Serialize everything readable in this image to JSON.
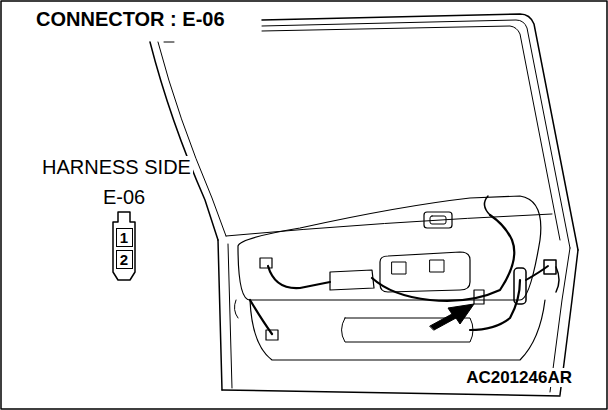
{
  "diagram": {
    "title": "CONNECTOR : E-06",
    "nodes": [
      {
        "text": [
          "1"
        ]
      },
      {
        "text": [
          "2"
        ]
      }
    ],
    "labels": [
      "HARNESS SIDE",
      "E-06",
      "AC201246AR"
    ]
  }
}
